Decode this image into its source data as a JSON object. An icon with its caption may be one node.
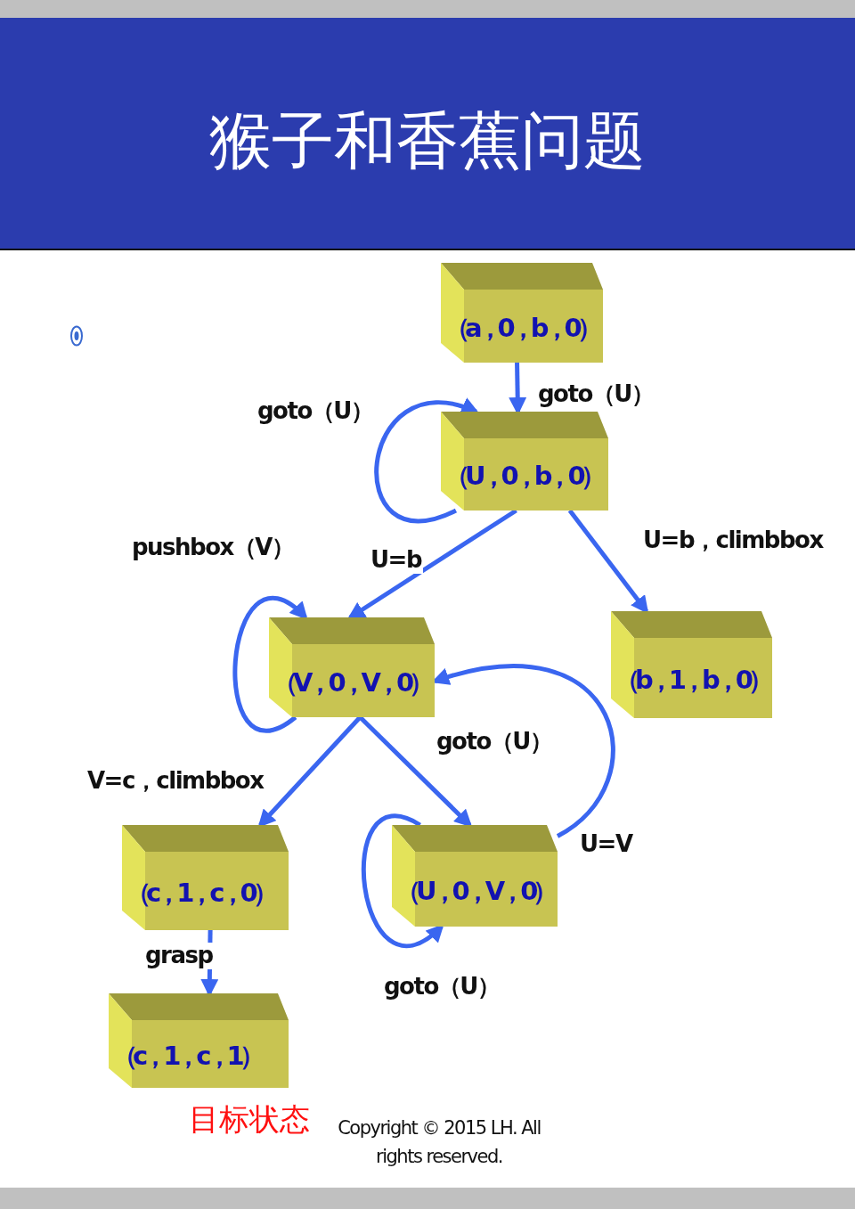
{
  "diagram": {
    "title": "猴子和香蕉问题",
    "nodes": [
      {
        "text": [
          "（a，0，b，0）"
        ]
      },
      {
        "text": [
          "（U，0，b，0）"
        ]
      },
      {
        "text": [
          "（V，0，V，0）"
        ]
      },
      {
        "text": [
          "（b，1，b，0）"
        ]
      },
      {
        "text": [
          "（c，1，c，0）"
        ]
      },
      {
        "text": [
          "（U，0，V，0）"
        ]
      },
      {
        "text": [
          "（c，1，c，1）"
        ],
        "beside": [
          "目标状态"
        ]
      }
    ],
    "edges": [
      {
        "from": 0,
        "to": 1,
        "arrow": "to",
        "label": "goto（U）"
      },
      {
        "from": 1,
        "to": 1,
        "arrow": "to",
        "label": "goto（U）"
      },
      {
        "from": 1,
        "to": 2,
        "arrow": "to",
        "label": "U=b"
      },
      {
        "from": 1,
        "to": 3,
        "arrow": "to",
        "label": "U=b，climbbox"
      },
      {
        "from": 2,
        "to": 2,
        "arrow": "to",
        "label": "pushbox（V）"
      },
      {
        "from": 2,
        "to": 4,
        "arrow": "to",
        "label": "V=c，climbbox"
      },
      {
        "from": 2,
        "to": 5,
        "arrow": "to",
        "label": "goto（U）"
      },
      {
        "from": 5,
        "to": 2,
        "arrow": "to",
        "label": "U=V"
      },
      {
        "from": 5,
        "to": 5,
        "arrow": "to",
        "label": "goto（U）"
      },
      {
        "from": 4,
        "to": 6,
        "arrow": "to",
        "label": "grasp"
      }
    ],
    "labels": [
      "Copyright © 2015 LH. All rights reserved."
    ]
  }
}
